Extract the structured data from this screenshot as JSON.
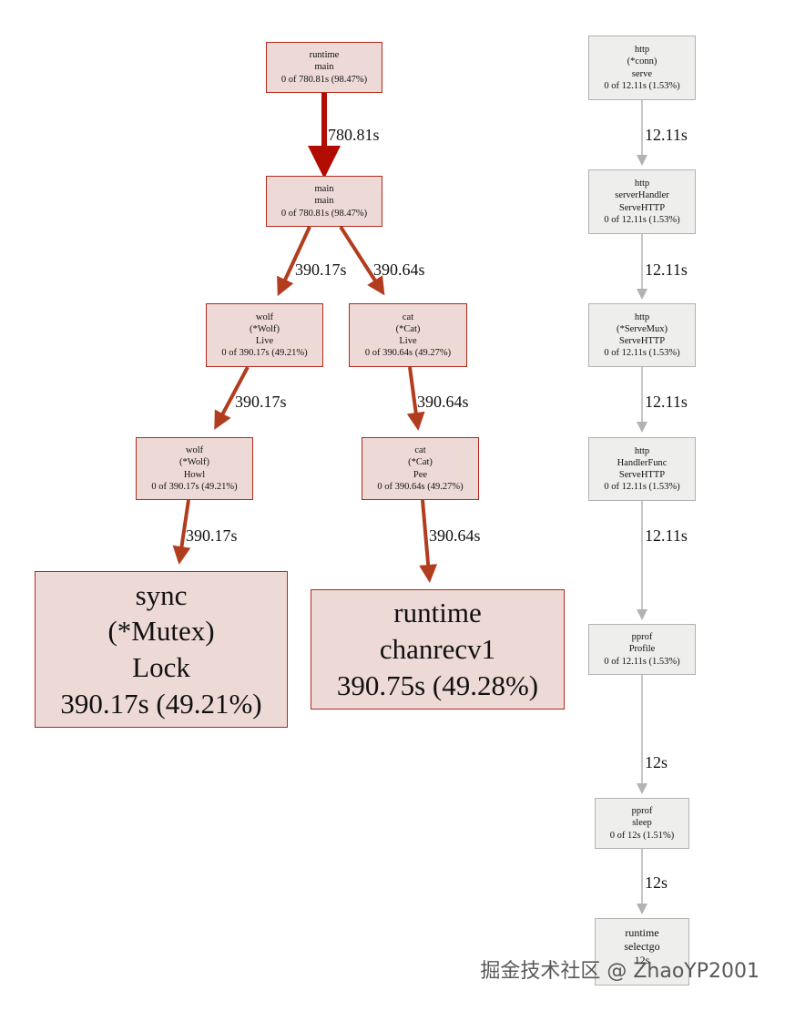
{
  "colors": {
    "hot_border": "#b22a1c",
    "hot_fill": "#eddad6",
    "hot_edge": "#b23c1e",
    "hottest_edge": "#b20b00",
    "cold_border": "#b2b2b2",
    "cold_fill": "#eeeeec",
    "cold_edge": "#b2b2b2"
  },
  "nodes": {
    "runtime_main": {
      "lines": [
        "runtime",
        "main",
        "0 of 780.81s (98.47%)"
      ]
    },
    "main_main": {
      "lines": [
        "main",
        "main",
        "0 of 780.81s (98.47%)"
      ]
    },
    "wolf_live": {
      "lines": [
        "wolf",
        "(*Wolf)",
        "Live",
        "0 of 390.17s (49.21%)"
      ]
    },
    "cat_live": {
      "lines": [
        "cat",
        "(*Cat)",
        "Live",
        "0 of 390.64s (49.27%)"
      ]
    },
    "wolf_howl": {
      "lines": [
        "wolf",
        "(*Wolf)",
        "Howl",
        "0 of 390.17s (49.21%)"
      ]
    },
    "cat_pee": {
      "lines": [
        "cat",
        "(*Cat)",
        "Pee",
        "0 of 390.64s (49.27%)"
      ]
    },
    "sync_mutex_lock": {
      "lines": [
        "sync",
        "(*Mutex)",
        "Lock",
        "390.17s (49.21%)"
      ]
    },
    "runtime_chanrecv1": {
      "lines": [
        "runtime",
        "chanrecv1",
        "390.75s (49.28%)"
      ]
    },
    "http_conn_serve": {
      "lines": [
        "http",
        "(*conn)",
        "serve",
        "0 of 12.11s (1.53%)"
      ]
    },
    "http_serverhandler": {
      "lines": [
        "http",
        "serverHandler",
        "ServeHTTP",
        "0 of 12.11s (1.53%)"
      ]
    },
    "http_servemux": {
      "lines": [
        "http",
        "(*ServeMux)",
        "ServeHTTP",
        "0 of 12.11s (1.53%)"
      ]
    },
    "http_handlerfunc": {
      "lines": [
        "http",
        "HandlerFunc",
        "ServeHTTP",
        "0 of 12.11s (1.53%)"
      ]
    },
    "pprof_profile": {
      "lines": [
        "pprof",
        "Profile",
        "0 of 12.11s (1.53%)"
      ]
    },
    "pprof_sleep": {
      "lines": [
        "pprof",
        "sleep",
        "0 of 12s (1.51%)"
      ]
    },
    "runtime_selectgo": {
      "lines": [
        "runtime",
        "selectgo",
        "12s"
      ]
    }
  },
  "edges": {
    "runtime_main__main_main": "780.81s",
    "main_main__wolf_live": "390.17s",
    "main_main__cat_live": "390.64s",
    "wolf_live__wolf_howl": "390.17s",
    "cat_live__cat_pee": "390.64s",
    "wolf_howl__sync_mutex_lock": "390.17s",
    "cat_pee__runtime_chanrecv1": "390.64s",
    "http_conn_serve__http_serverhandler": "12.11s",
    "http_serverhandler__http_servemux": "12.11s",
    "http_servemux__http_handlerfunc": "12.11s",
    "http_handlerfunc__pprof_profile": "12.11s",
    "pprof_profile__pprof_sleep": "12s",
    "pprof_sleep__runtime_selectgo": "12s"
  },
  "watermark": "掘金技术社区 @ ZhaoYP2001"
}
